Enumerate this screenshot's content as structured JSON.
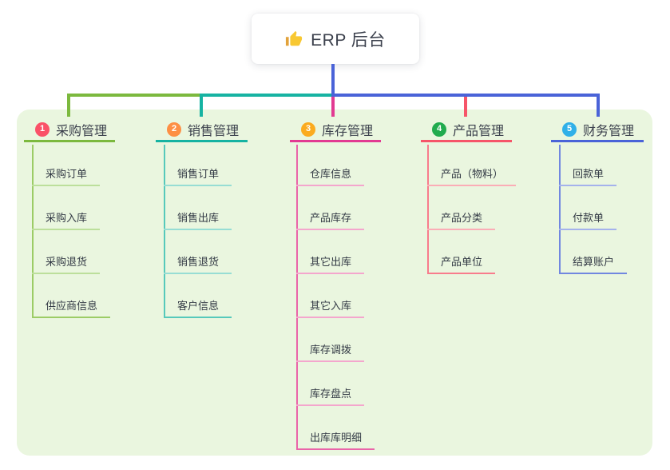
{
  "root": {
    "label": "ERP 后台",
    "icon": "thumbs-up-icon"
  },
  "colors": {
    "canvas_bg": "#ffffff",
    "panel_bg": "#eaf6df",
    "root_line": "#4a63d8",
    "title_text": "#3c414d",
    "child_text": "#333a45",
    "icon_hand": "#f8c832",
    "icon_cuff": "#e2a23b"
  },
  "branches": [
    {
      "label": "采购管理",
      "badge": "1",
      "badge_color": "#fa5168",
      "line_color": "#7cb93e",
      "child_line_color": "#9ccc66",
      "child_underline_color": "#bcdf9b",
      "children": [
        "采购订单",
        "采购入库",
        "采购退货",
        "供应商信息"
      ]
    },
    {
      "label": "销售管理",
      "badge": "2",
      "badge_color": "#fd8f44",
      "line_color": "#16b3a2",
      "child_line_color": "#56c9bb",
      "child_underline_color": "#97ddd4",
      "children": [
        "销售订单",
        "销售出库",
        "销售退货",
        "客户信息"
      ]
    },
    {
      "label": "库存管理",
      "badge": "3",
      "badge_color": "#fbab1f",
      "line_color": "#e23a92",
      "child_line_color": "#ea64a9",
      "child_underline_color": "#f4a6cd",
      "children": [
        "仓库信息",
        "产品库存",
        "其它出库",
        "其它入库",
        "库存调拨",
        "库存盘点",
        "出库库明细"
      ]
    },
    {
      "label": "产品管理",
      "badge": "4",
      "badge_color": "#21ab4e",
      "line_color": "#f65569",
      "child_line_color": "#f87c8c",
      "child_underline_color": "#fbadb6",
      "children": [
        "产品（物料）",
        "产品分类",
        "产品单位"
      ]
    },
    {
      "label": "财务管理",
      "badge": "5",
      "badge_color": "#30b0e8",
      "line_color": "#4a63d8",
      "child_line_color": "#7187e0",
      "child_underline_color": "#a4b2ec",
      "children": [
        "回款单",
        "付款单",
        "结算账户"
      ]
    }
  ]
}
